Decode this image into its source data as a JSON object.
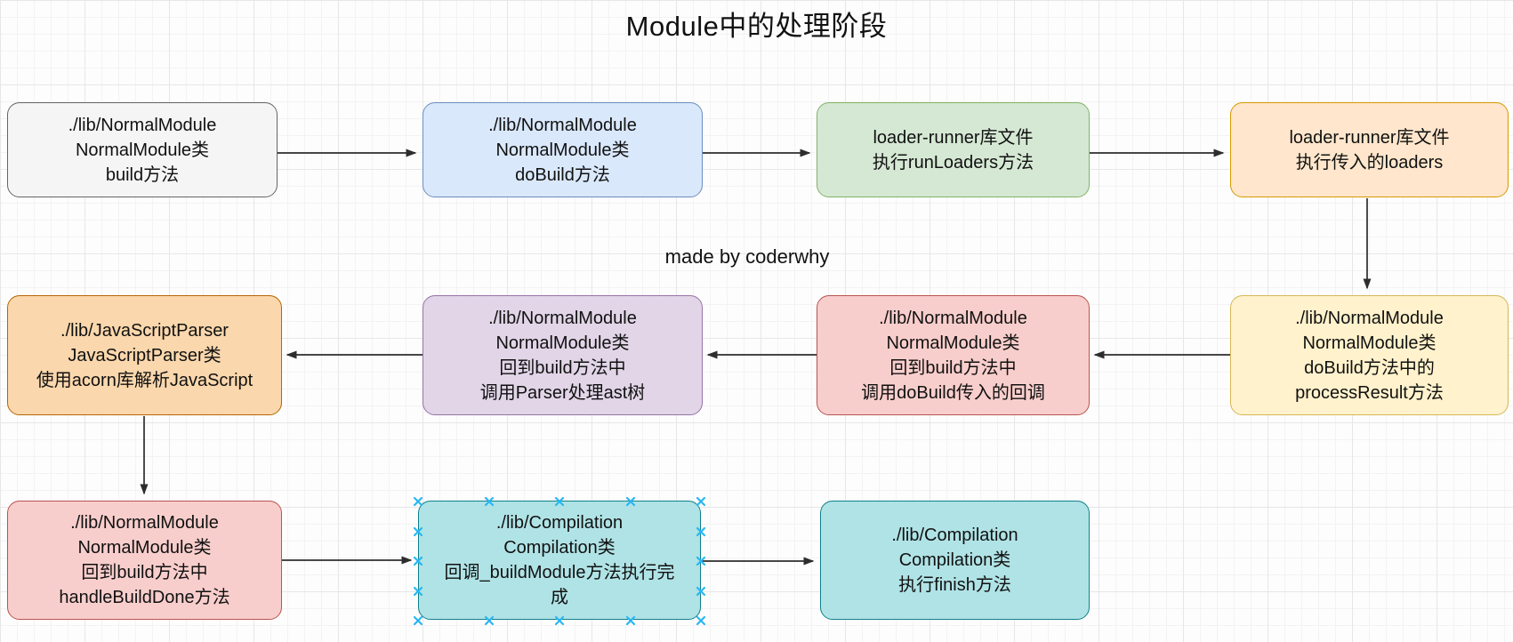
{
  "title": "Module中的处理阶段",
  "watermark": "made by coderwhy",
  "arrow_color": "#2d2d2d",
  "selection_color": "#29b6f2",
  "palette": {
    "gray": {
      "fill": "#f5f5f5",
      "stroke": "#666666"
    },
    "blue": {
      "fill": "#dae8fc",
      "stroke": "#6c8ebf"
    },
    "green": {
      "fill": "#d5e8d4",
      "stroke": "#82b366"
    },
    "peach": {
      "fill": "#ffe6cc",
      "stroke": "#d79b00"
    },
    "tan": {
      "fill": "#fad7ac",
      "stroke": "#b46504"
    },
    "purple": {
      "fill": "#e1d5e7",
      "stroke": "#9673a6"
    },
    "red": {
      "fill": "#f8cecc",
      "stroke": "#b85450"
    },
    "yellow": {
      "fill": "#fff2cc",
      "stroke": "#d6b656"
    },
    "teal": {
      "fill": "#b0e3e6",
      "stroke": "#0e8088"
    }
  },
  "nodes": [
    {
      "id": "build",
      "color": "gray",
      "selected": false,
      "lines": [
        "./lib/NormalModule",
        "NormalModule类",
        "build方法"
      ]
    },
    {
      "id": "dobuild",
      "color": "blue",
      "selected": false,
      "lines": [
        "./lib/NormalModule",
        "NormalModule类",
        "doBuild方法"
      ]
    },
    {
      "id": "runloaders",
      "color": "green",
      "selected": false,
      "lines": [
        "loader-runner库文件",
        "执行runLoaders方法"
      ]
    },
    {
      "id": "loaders",
      "color": "peach",
      "selected": false,
      "lines": [
        "loader-runner库文件",
        "执行传入的loaders"
      ]
    },
    {
      "id": "acorn",
      "color": "tan",
      "selected": false,
      "lines": [
        "./lib/JavaScriptParser",
        "JavaScriptParser类",
        "使用acorn库解析JavaScript"
      ]
    },
    {
      "id": "parser-ast",
      "color": "purple",
      "selected": false,
      "lines": [
        "./lib/NormalModule",
        "NormalModule类",
        "回到build方法中",
        "调用Parser处理ast树"
      ]
    },
    {
      "id": "dobuild-callback",
      "color": "red",
      "selected": false,
      "lines": [
        "./lib/NormalModule",
        "NormalModule类",
        "回到build方法中",
        "调用doBuild传入的回调"
      ]
    },
    {
      "id": "processresult",
      "color": "yellow",
      "selected": false,
      "lines": [
        "./lib/NormalModule",
        "NormalModule类",
        "doBuild方法中的",
        "processResult方法"
      ]
    },
    {
      "id": "handlebuilddone",
      "color": "red",
      "selected": false,
      "lines": [
        "./lib/NormalModule",
        "NormalModule类",
        "回到build方法中",
        "handleBuildDone方法"
      ]
    },
    {
      "id": "buildmodule-done",
      "color": "teal",
      "selected": true,
      "lines": [
        "./lib/Compilation",
        "Compilation类",
        "回调_buildModule方法执行完",
        "成"
      ]
    },
    {
      "id": "finish",
      "color": "teal",
      "selected": false,
      "lines": [
        "./lib/Compilation",
        "Compilation类",
        "执行finish方法"
      ]
    }
  ]
}
